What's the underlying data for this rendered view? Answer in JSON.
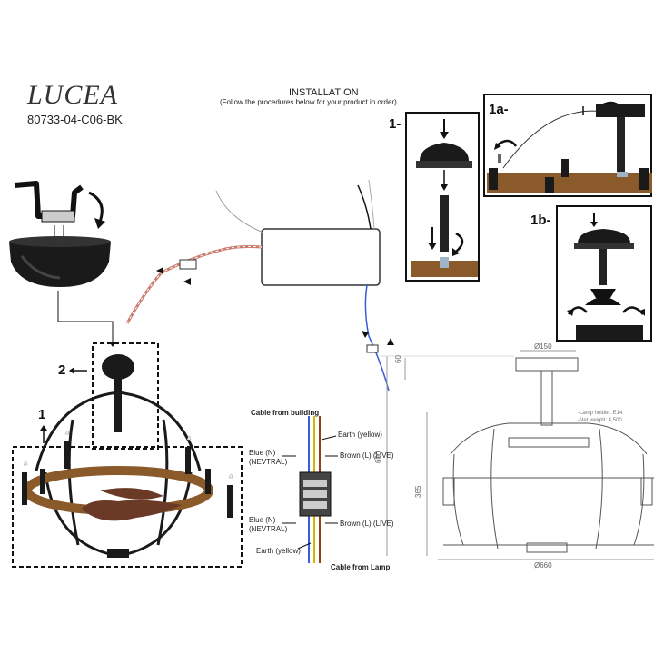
{
  "header": {
    "brand": "LUCEA",
    "model": "80733-04-C06-BK",
    "installation_title": "INSTALLATION",
    "installation_subtitle": "(Follow the procedures below for your product in order)."
  },
  "steps": {
    "step1_box_label": "1-",
    "step1a_label": "1a-",
    "step1b_label": "1b-",
    "step2_label": "2",
    "step1_label": "1"
  },
  "wiring": {
    "cable_building": "Cable from building",
    "earth_top": "Earth (yellow)",
    "blue_top_1": "Blue (N)",
    "blue_top_2": "(NEVTRAL)",
    "brown_top": "Brown (L) (LIVE)",
    "blue_bot_1": "Blue (N)",
    "blue_bot_2": "(NEVTRAL)",
    "brown_bot": "Brown (L) (LIVE)",
    "earth_bot": "Earth (yellow)",
    "cable_lamp": "Cable from Lamp"
  },
  "dimensions": {
    "top_diameter": "Ø150",
    "canopy_height": "60",
    "total_height": "600",
    "cage_height": "365",
    "width": "Ø660",
    "lamp_holder": "-Lamp holder: E14",
    "net_weight": "-Net weight: 4,500"
  },
  "colors": {
    "wood": "#8b5a2b",
    "metal": "#1a1a1a",
    "blade": "#6b3a26",
    "blue_wire": "#3a5bd9",
    "brown_wire": "#8b4513",
    "yellow_wire": "#d4b400"
  }
}
